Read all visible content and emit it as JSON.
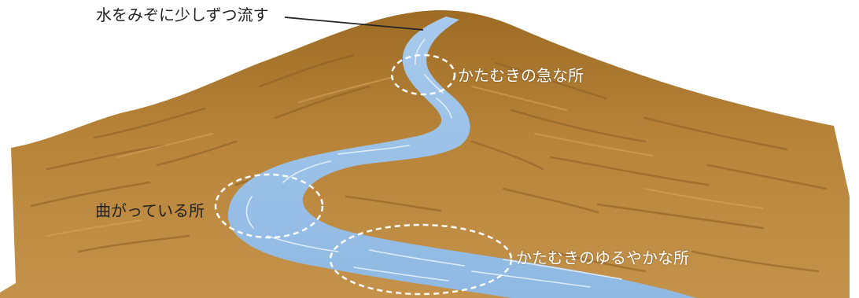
{
  "labels": {
    "source": "水をみぞに少しずつ流す",
    "steep": "かたむきの急な所",
    "bend": "曲がっている所",
    "gentle": "かたむきのゆるやかな所"
  },
  "colors": {
    "mountain": "#b8843a",
    "mountain_shadow": "#8a5e22",
    "river": "#93bde6",
    "river_highlight": "#dfeefc",
    "circle": "#ffffff"
  }
}
